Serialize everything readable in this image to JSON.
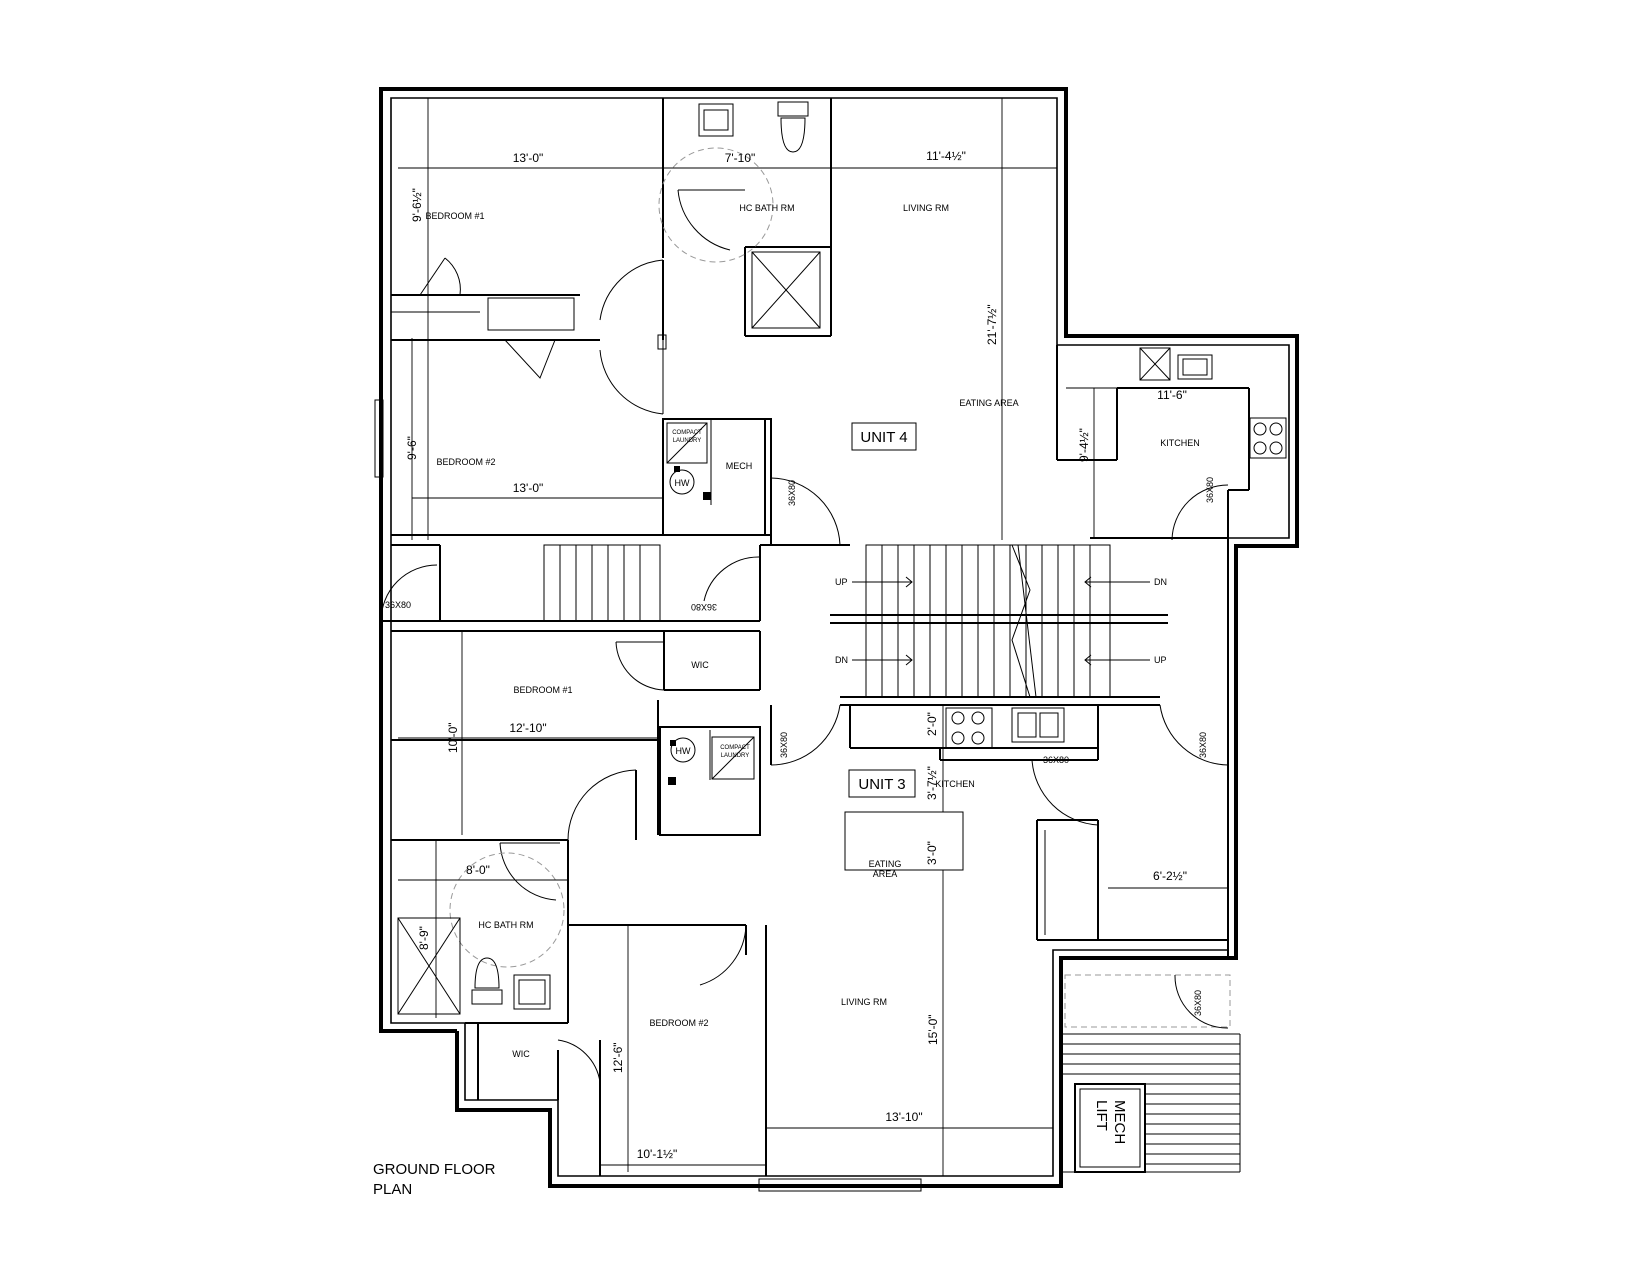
{
  "drawing": {
    "title": "GROUND FLOOR\nPLAN"
  },
  "units": {
    "unit4": "UNIT 4",
    "unit3": "UNIT 3"
  },
  "rooms": {
    "u4_bedroom1": "BEDROOM #1",
    "u4_bedroom2": "BEDROOM #2",
    "u4_hc_bath": "HC BATH RM",
    "u4_living": "LIVING RM",
    "u4_eating": "EATING AREA",
    "u4_kitchen": "KITCHEN",
    "u4_mech": "MECH",
    "u3_bedroom1": "BEDROOM #1",
    "u3_bedroom2": "BEDROOM #2",
    "u3_wic_top": "WIC",
    "u3_wic_bottom": "WIC",
    "u3_hc_bath": "HC BATH RM",
    "u3_kitchen": "KITCHEN",
    "u3_eating_1": "EATING",
    "u3_eating_2": "AREA",
    "u3_living": "LIVING RM",
    "compact_laundry_1": "COMPACT",
    "compact_laundry_2": "LAUNDRY",
    "mech_lift_1": "MECH",
    "mech_lift_2": "LIFT"
  },
  "dimensions": {
    "d_13_0_top": "13'-0\"",
    "d_7_10": "7'-10\"",
    "d_11_4": "11'-4½\"",
    "d_9_6_half": "9'-6½\"",
    "d_21_7": "21'-7½\"",
    "d_9_6": "9'-6\"",
    "d_13_0_mid": "13'-0\"",
    "d_11_6": "11'-6\"",
    "d_9_4": "9'-4½\"",
    "d_12_10": "12'-10\"",
    "d_10_0": "10'-0\"",
    "d_2_0": "2'-0\"",
    "d_3_7": "3'-7½\"",
    "d_3_0": "3'-0\"",
    "d_8_0": "8'-0\"",
    "d_8_9": "8'-9\"",
    "d_6_2": "6'-2½\"",
    "d_12_6": "12'-6\"",
    "d_15_0": "15'-0\"",
    "d_13_10": "13'-10\"",
    "d_10_1": "10'-1½\""
  },
  "doors": {
    "door_a": "36X80",
    "door_b": "36X80",
    "door_c": "36X80",
    "door_d": "36X80",
    "door_e": "36X80",
    "door_f": "36X80",
    "door_g": "36X80",
    "door_h": "36X80"
  },
  "stairs": {
    "up_top": "UP",
    "dn_top": "DN",
    "dn_bottom": "DN",
    "up_bottom": "UP"
  },
  "equipment": {
    "hw_1": "HW",
    "hw_2": "HW"
  }
}
